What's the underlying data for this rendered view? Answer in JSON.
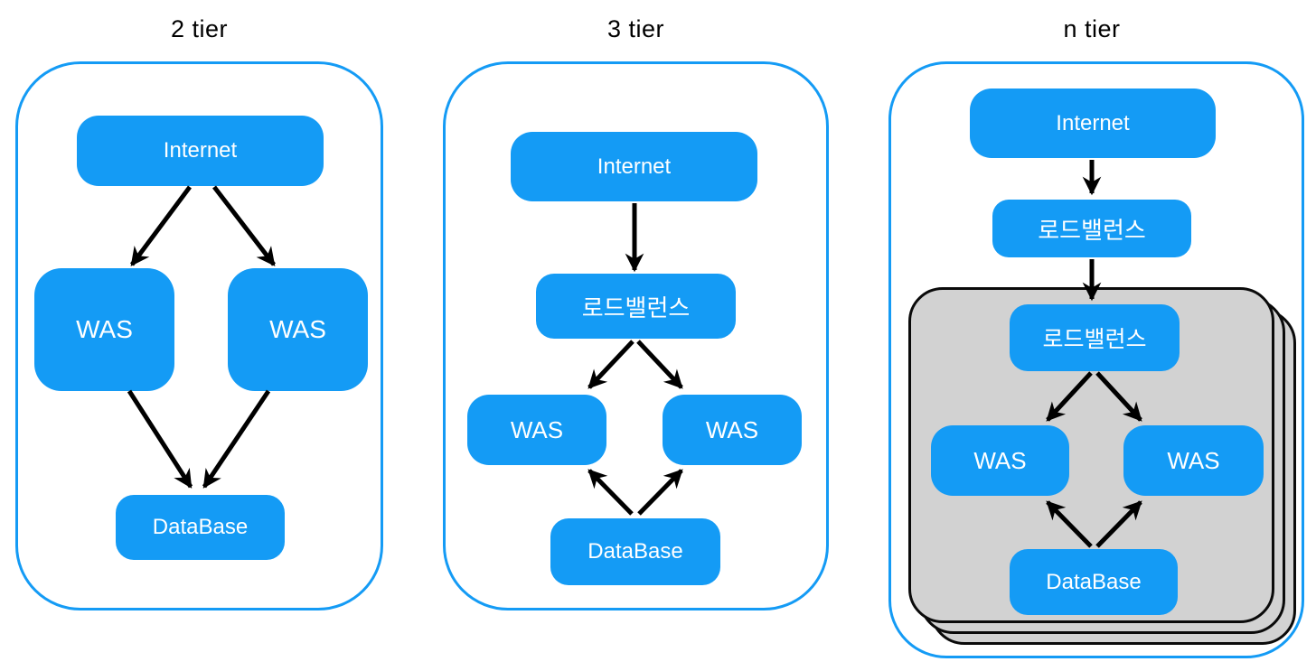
{
  "colors": {
    "node_fill": "#149bf5",
    "node_text": "#ffffff",
    "container_border": "#149bf5",
    "stack_fill": "#d2d2d2",
    "stack_border": "#0a0a0a",
    "arrow": "#000000",
    "title_text": "#000000",
    "background": "#ffffff"
  },
  "diagram": {
    "panels": [
      {
        "title": "2 tier",
        "nodes": {
          "internet": "Internet",
          "was_left": "WAS",
          "was_right": "WAS",
          "database": "DataBase"
        }
      },
      {
        "title": "3 tier",
        "nodes": {
          "internet": "Internet",
          "load_balancer": "로드밸런스",
          "was_left": "WAS",
          "was_right": "WAS",
          "database": "DataBase"
        }
      },
      {
        "title": "n tier",
        "nodes": {
          "internet": "Internet",
          "load_balancer": "로드밸런스",
          "inner_load_balancer": "로드밸런스",
          "was_left": "WAS",
          "was_right": "WAS",
          "database": "DataBase"
        }
      }
    ]
  }
}
